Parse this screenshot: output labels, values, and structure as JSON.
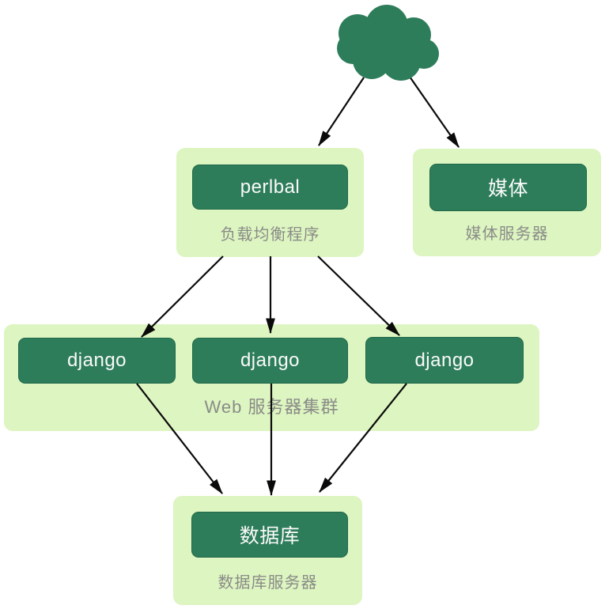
{
  "colors": {
    "group_background": "#ddf5c1",
    "node_background": "#2d7d5a",
    "node_text": "#fafafa",
    "caption_text": "#8a8c87",
    "arrow": "#0a0a0a",
    "canvas_background": "#ffffff"
  },
  "nodes": {
    "internet": {
      "icon": "cloud-icon"
    },
    "load_balancer": {
      "label": "perlbal",
      "caption": "负载均衡程序"
    },
    "media": {
      "label": "媒体",
      "caption": "媒体服务器"
    },
    "web_cluster": {
      "caption": "Web 服务器集群",
      "servers": [
        {
          "label": "django"
        },
        {
          "label": "django"
        },
        {
          "label": "django"
        }
      ]
    },
    "database": {
      "label": "数据库",
      "caption": "数据库服务器"
    }
  },
  "edges": [
    {
      "from": "internet-cloud",
      "to": "load-balancer-group"
    },
    {
      "from": "internet-cloud",
      "to": "media-group"
    },
    {
      "from": "load-balancer-group",
      "to": "django-1"
    },
    {
      "from": "load-balancer-group",
      "to": "django-2"
    },
    {
      "from": "load-balancer-group",
      "to": "django-3"
    },
    {
      "from": "django-1",
      "to": "database-group"
    },
    {
      "from": "django-2",
      "to": "database-group"
    },
    {
      "from": "django-3",
      "to": "database-group"
    }
  ]
}
